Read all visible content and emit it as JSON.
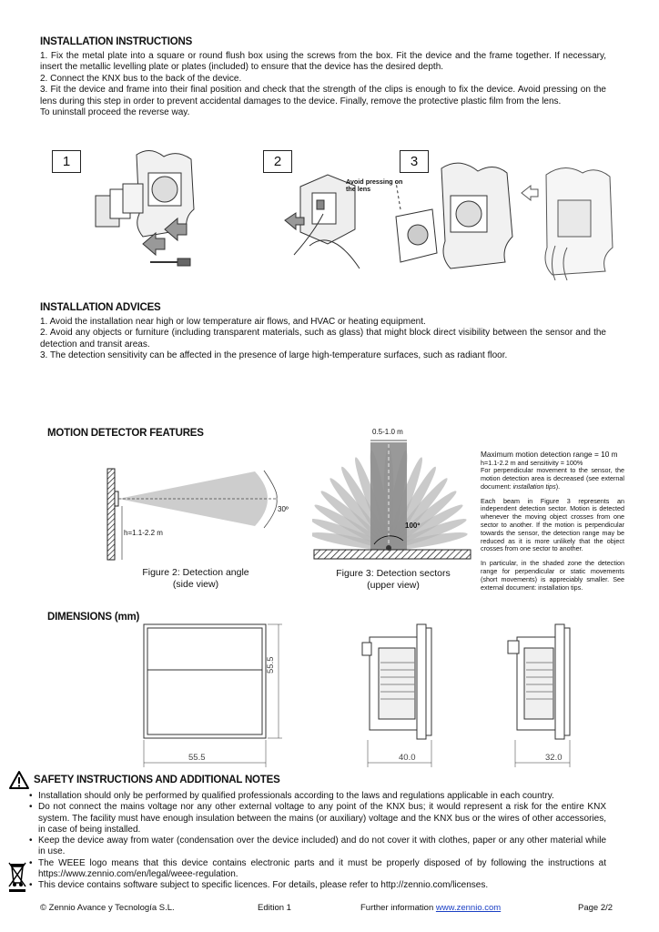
{
  "install": {
    "title": "INSTALLATION INSTRUCTIONS",
    "steps": [
      "1. Fix the metal plate into a square or round flush box using the screws from the box. Fit the device and the frame together. If necessary, insert the metallic levelling plate or plates (included) to ensure that the device has the desired depth.",
      "2. Connect the KNX bus to the back of the device.",
      "3. Fit the device and frame into their final position and check that the strength of the clips is enough to fix the device. Avoid pressing on the lens during this step in order to prevent accidental damages to the device. Finally, remove the protective plastic film from the lens.",
      "To uninstall proceed the reverse way."
    ],
    "figure_numbers": [
      "1",
      "2",
      "3"
    ],
    "avoid_note": "Avoid pressing on the lens"
  },
  "advices": {
    "title": "INSTALLATION ADVICES",
    "items": [
      "1. Avoid the installation near high or low temperature air flows, and HVAC or heating equipment.",
      "2. Avoid any objects or furniture (including transparent materials, such as glass) that might block direct visibility between the sensor and the detection and transit areas.",
      "3. The detection sensitivity can be affected in the presence of large high-temperature surfaces, such as radiant floor."
    ]
  },
  "motion": {
    "title": "MOTION DETECTOR FEATURES",
    "angle_label": "30º",
    "height_label": "h=1.1-2.2 m",
    "fig2_caption_line1": "Figure 2: Detection angle",
    "fig2_caption_line2": "(side view)",
    "range_label": "0.5-1.0 m",
    "sector_angle_label": "100º",
    "fig3_caption_line1": "Figure 3: Detection sectors",
    "fig3_caption_line2": "(upper view)",
    "notes": {
      "max_range": "Maximum motion detection range = 10 m",
      "conditions": "h=1.1-2.2 m and sensitivity = 100%",
      "perpendicular_a": "For perpendicular movement to the sensor, the motion detection area is decreased (see external document: ",
      "perpendicular_ref": "installation tips",
      "perpendicular_b": ").",
      "beams": "Each beam in Figure 3 represents an independent detection sector. Motion is detected whenever the moving object crosses from one sector to another. If the motion is perpendicular towards the sensor, the detection range may be reduced as it is more unlikely that the object crosses from one sector to another.",
      "shaded": "In particular, in the shaded zone the detection range for perpendicular or static movements (short movements) is appreciably smaller. See external document: installation tips."
    }
  },
  "dimensions": {
    "title": "DIMENSIONS (mm)",
    "front_width": "55.5",
    "front_height": "55.5",
    "side_depth_1": "40.0",
    "side_depth_2": "32.0"
  },
  "safety": {
    "title": "SAFETY INSTRUCTIONS AND ADDITIONAL NOTES",
    "items": [
      "Installation should only be performed by qualified professionals according to the laws and regulations applicable in each country.",
      "Do not connect the mains voltage nor any other external voltage to any point of the KNX bus; it would represent a risk for the entire KNX system. The facility must have enough insulation between the mains (or auxiliary) voltage and the KNX bus or the wires of other accessories, in case of being installed.",
      "Keep the device away from water (condensation over the device included) and do not cover it with clothes, paper or any other material while in use.",
      "The WEEE logo means that this device contains electronic parts and it must be properly disposed of by following the instructions at https://www.zennio.com/en/legal/weee-regulation.",
      "This device contains software subject to specific licences. For details, please refer to http://zennio.com/licenses."
    ]
  },
  "footer": {
    "company": "© Zennio Avance y Tecnología S.L.",
    "edition": "Edition 1",
    "further_label": "Further information ",
    "further_link": "www.zennio.com",
    "page": "Page 2/2"
  },
  "colors": {
    "link": "#1a3fc4",
    "beam": "#b8b8b8",
    "shaded": "#8e8e8e"
  }
}
